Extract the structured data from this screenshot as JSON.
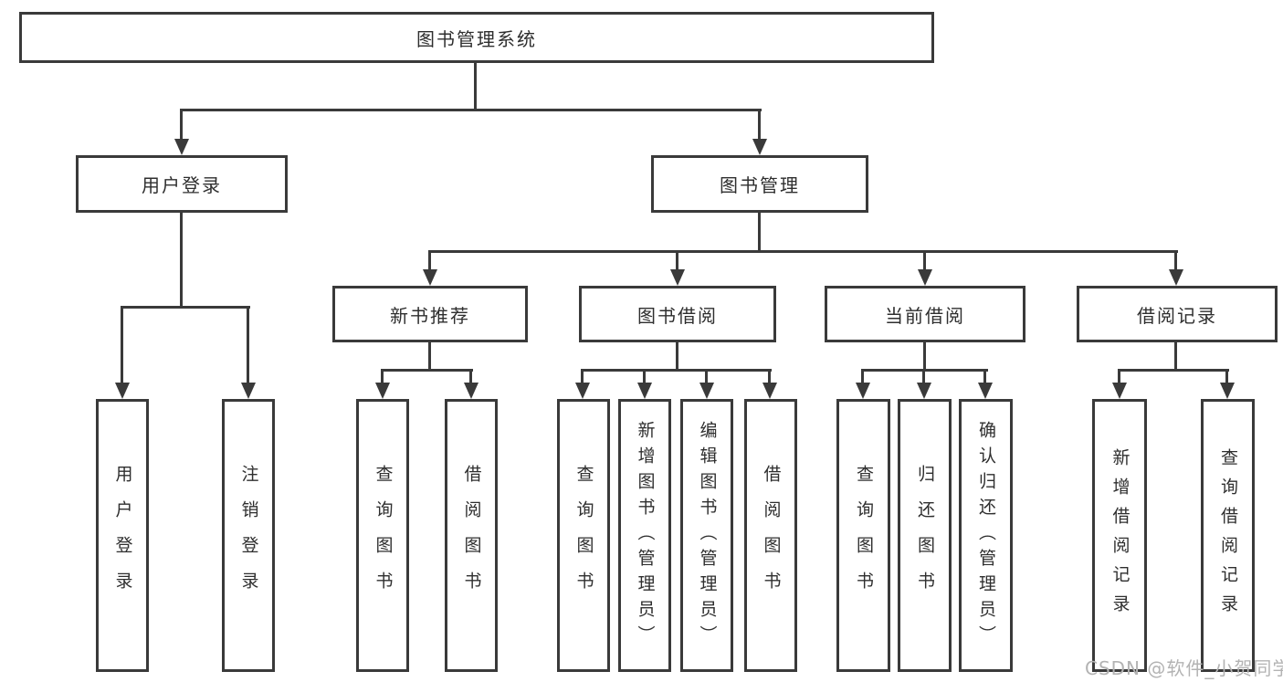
{
  "diagram": {
    "root": {
      "label": "图书管理系统"
    },
    "user_login": {
      "label": "用户登录",
      "children": {
        "login": {
          "label": "用户登录"
        },
        "logout": {
          "label": "注销登录"
        }
      }
    },
    "book_mgmt": {
      "label": "图书管理",
      "new_books": {
        "label": "新书推荐",
        "children": {
          "query_books": {
            "label": "查询图书"
          },
          "borrow_books": {
            "label": "借阅图书"
          }
        }
      },
      "book_borrow": {
        "label": "图书借阅",
        "children": {
          "query_books": {
            "label": "查询图书"
          },
          "add_books": {
            "label": "新增图书（管理员）"
          },
          "edit_books": {
            "label": "编辑图书（管理员）"
          },
          "borrow_books": {
            "label": "借阅图书"
          }
        }
      },
      "current_borrow": {
        "label": "当前借阅",
        "children": {
          "query_books": {
            "label": "查询图书"
          },
          "return_books": {
            "label": "归还图书"
          },
          "confirm_return": {
            "label": "确认归还（管理员）"
          }
        }
      },
      "borrow_records": {
        "label": "借阅记录",
        "children": {
          "add_record": {
            "label": "新增借阅记录"
          },
          "query_record": {
            "label": "查询借阅记录"
          }
        }
      }
    }
  },
  "watermark": {
    "text": "CSDN @软件_小贺同学"
  },
  "colors": {
    "line": "#3a3a3a",
    "text": "#2e2e2e",
    "watermark": "#b3b3b3",
    "background": "#ffffff"
  }
}
